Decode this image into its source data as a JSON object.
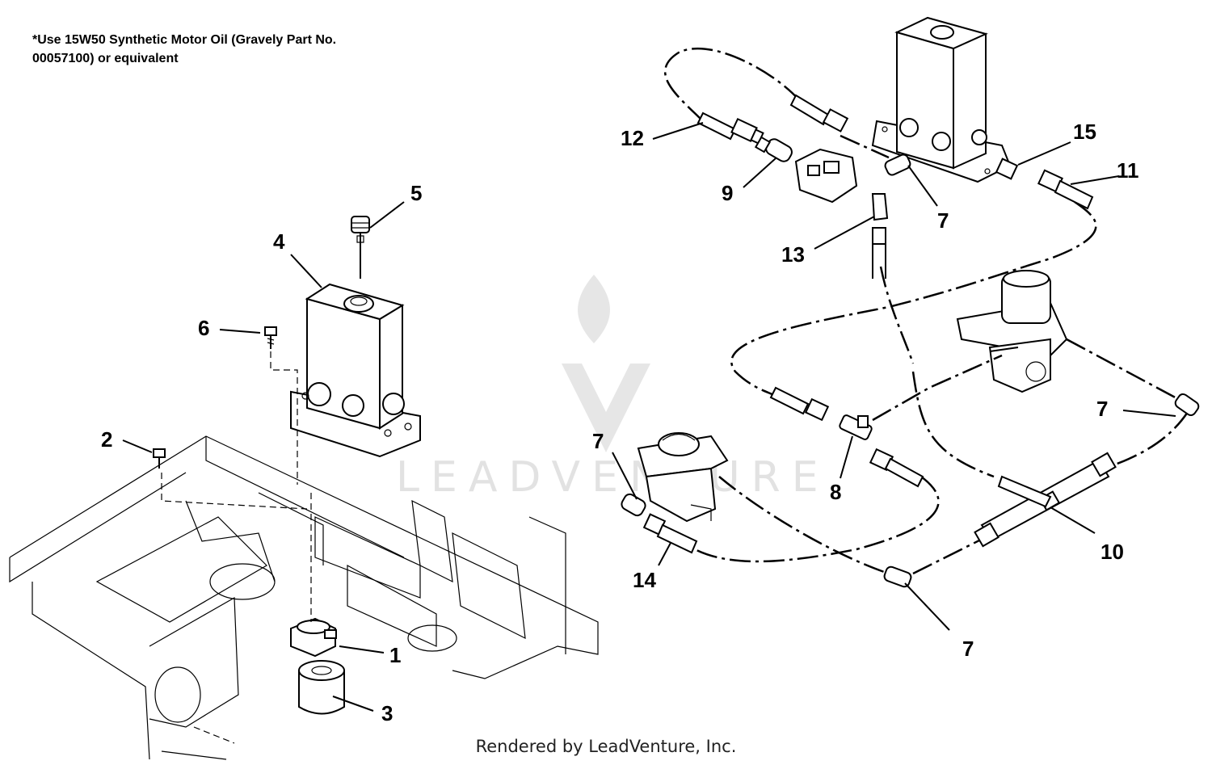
{
  "note": {
    "line1": "*Use 15W50 Synthetic Motor Oil (Gravely Part No.",
    "line2": "00057100) or equivalent"
  },
  "watermark": {
    "text": "LEADVENTURE",
    "logo": "flame-v-logo"
  },
  "footer": {
    "text": "Rendered by LeadVenture, Inc."
  },
  "callouts": [
    {
      "id": "c1",
      "label": "1"
    },
    {
      "id": "c2",
      "label": "2"
    },
    {
      "id": "c3",
      "label": "3"
    },
    {
      "id": "c4",
      "label": "4"
    },
    {
      "id": "c5",
      "label": "5"
    },
    {
      "id": "c6",
      "label": "6"
    },
    {
      "id": "c7a",
      "label": "7"
    },
    {
      "id": "c7b",
      "label": "7"
    },
    {
      "id": "c7c",
      "label": "7"
    },
    {
      "id": "c7d",
      "label": "7"
    },
    {
      "id": "c8",
      "label": "8"
    },
    {
      "id": "c9",
      "label": "9"
    },
    {
      "id": "c10",
      "label": "10"
    },
    {
      "id": "c11",
      "label": "11"
    },
    {
      "id": "c12",
      "label": "12"
    },
    {
      "id": "c13",
      "label": "13"
    },
    {
      "id": "c14",
      "label": "14"
    },
    {
      "id": "c15",
      "label": "15"
    }
  ]
}
